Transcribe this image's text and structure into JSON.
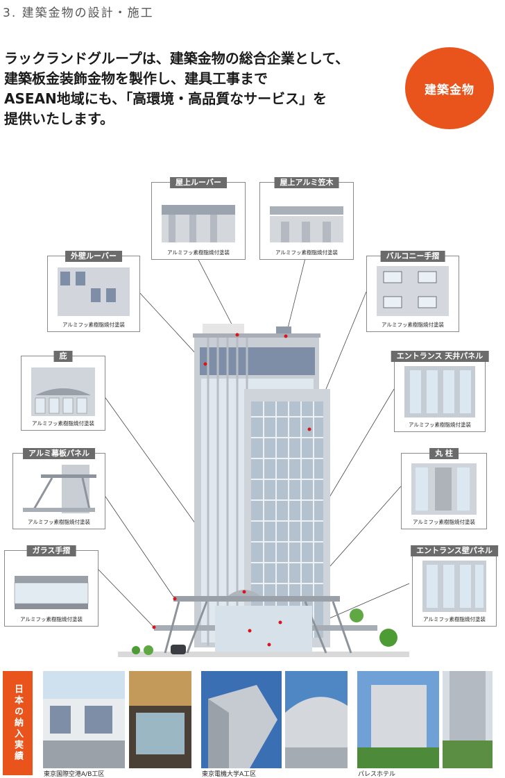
{
  "section_title": "3. 建築金物の設計・施工",
  "lead_lines": [
    "ラックランドグループは、建築金物の総合企業として、",
    "建築板金装飾金物を製作し、建具工事まで",
    "ASEAN地域にも、「高環境・高品質なサービス」を",
    "提供いたします。"
  ],
  "badge": "建築金物",
  "caption_common": "アルミフッ素樹脂焼付塗装",
  "callouts": {
    "roof_louver": "屋上ルーバー",
    "roof_coping": "屋上アルミ笠木",
    "wall_louver": "外壁ルーバー",
    "balcony_rail": "バルコニー手摺",
    "canopy": "庇",
    "entrance_ceiling": "エントランス 天井パネル",
    "curtain_panel": "アルミ幕板パネル",
    "round_column": "丸 柱",
    "glass_rail": "ガラス手摺",
    "entrance_wall": "エントランス壁パネル"
  },
  "records": {
    "label": "日本の納入実績",
    "projects": [
      "東京国際空港A/B工区",
      "東京電機大学A工区",
      "パレスホテル"
    ]
  },
  "colors": {
    "accent": "#e8541c",
    "tab": "#6b6b6b",
    "building": "#c9cdd4",
    "glass": "#d2e2ef"
  }
}
